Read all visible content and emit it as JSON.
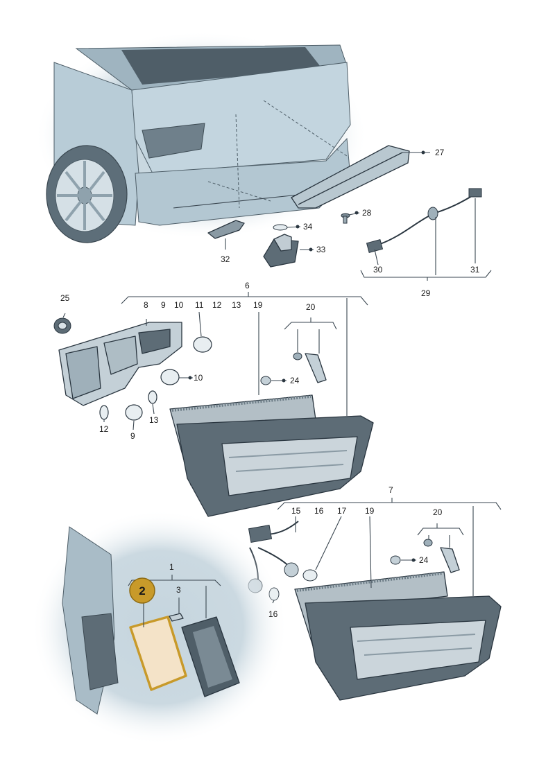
{
  "colors": {
    "body": "#b9cdd8",
    "body_shadow": "#8fa8b6",
    "part_light": "#d3dee4",
    "part_mid": "#a6b7c1",
    "part_dark": "#5d6c76",
    "highlight": "#c89a2a",
    "highlight_fill": "#f4e3c8",
    "lens": "#cdd6db"
  },
  "labels": {
    "l1": "1",
    "l2": "2",
    "l3": "3",
    "l6": "6",
    "l7": "7",
    "l8": "8",
    "l9a": "9",
    "l10a": "10",
    "l11": "11",
    "l12a": "12",
    "l13a": "13",
    "l19a": "19",
    "l20a": "20",
    "l24a": "24",
    "l10b": "10",
    "l13b": "13",
    "l12b": "12",
    "l9b": "9",
    "l25": "25",
    "l15": "15",
    "l16a": "16",
    "l17": "17",
    "l19b": "19",
    "l20b": "20",
    "l24b": "24",
    "l16b": "16",
    "l27": "27",
    "l28": "28",
    "l29": "29",
    "l30": "30",
    "l31": "31",
    "l32": "32",
    "l33": "33",
    "l34": "34"
  }
}
